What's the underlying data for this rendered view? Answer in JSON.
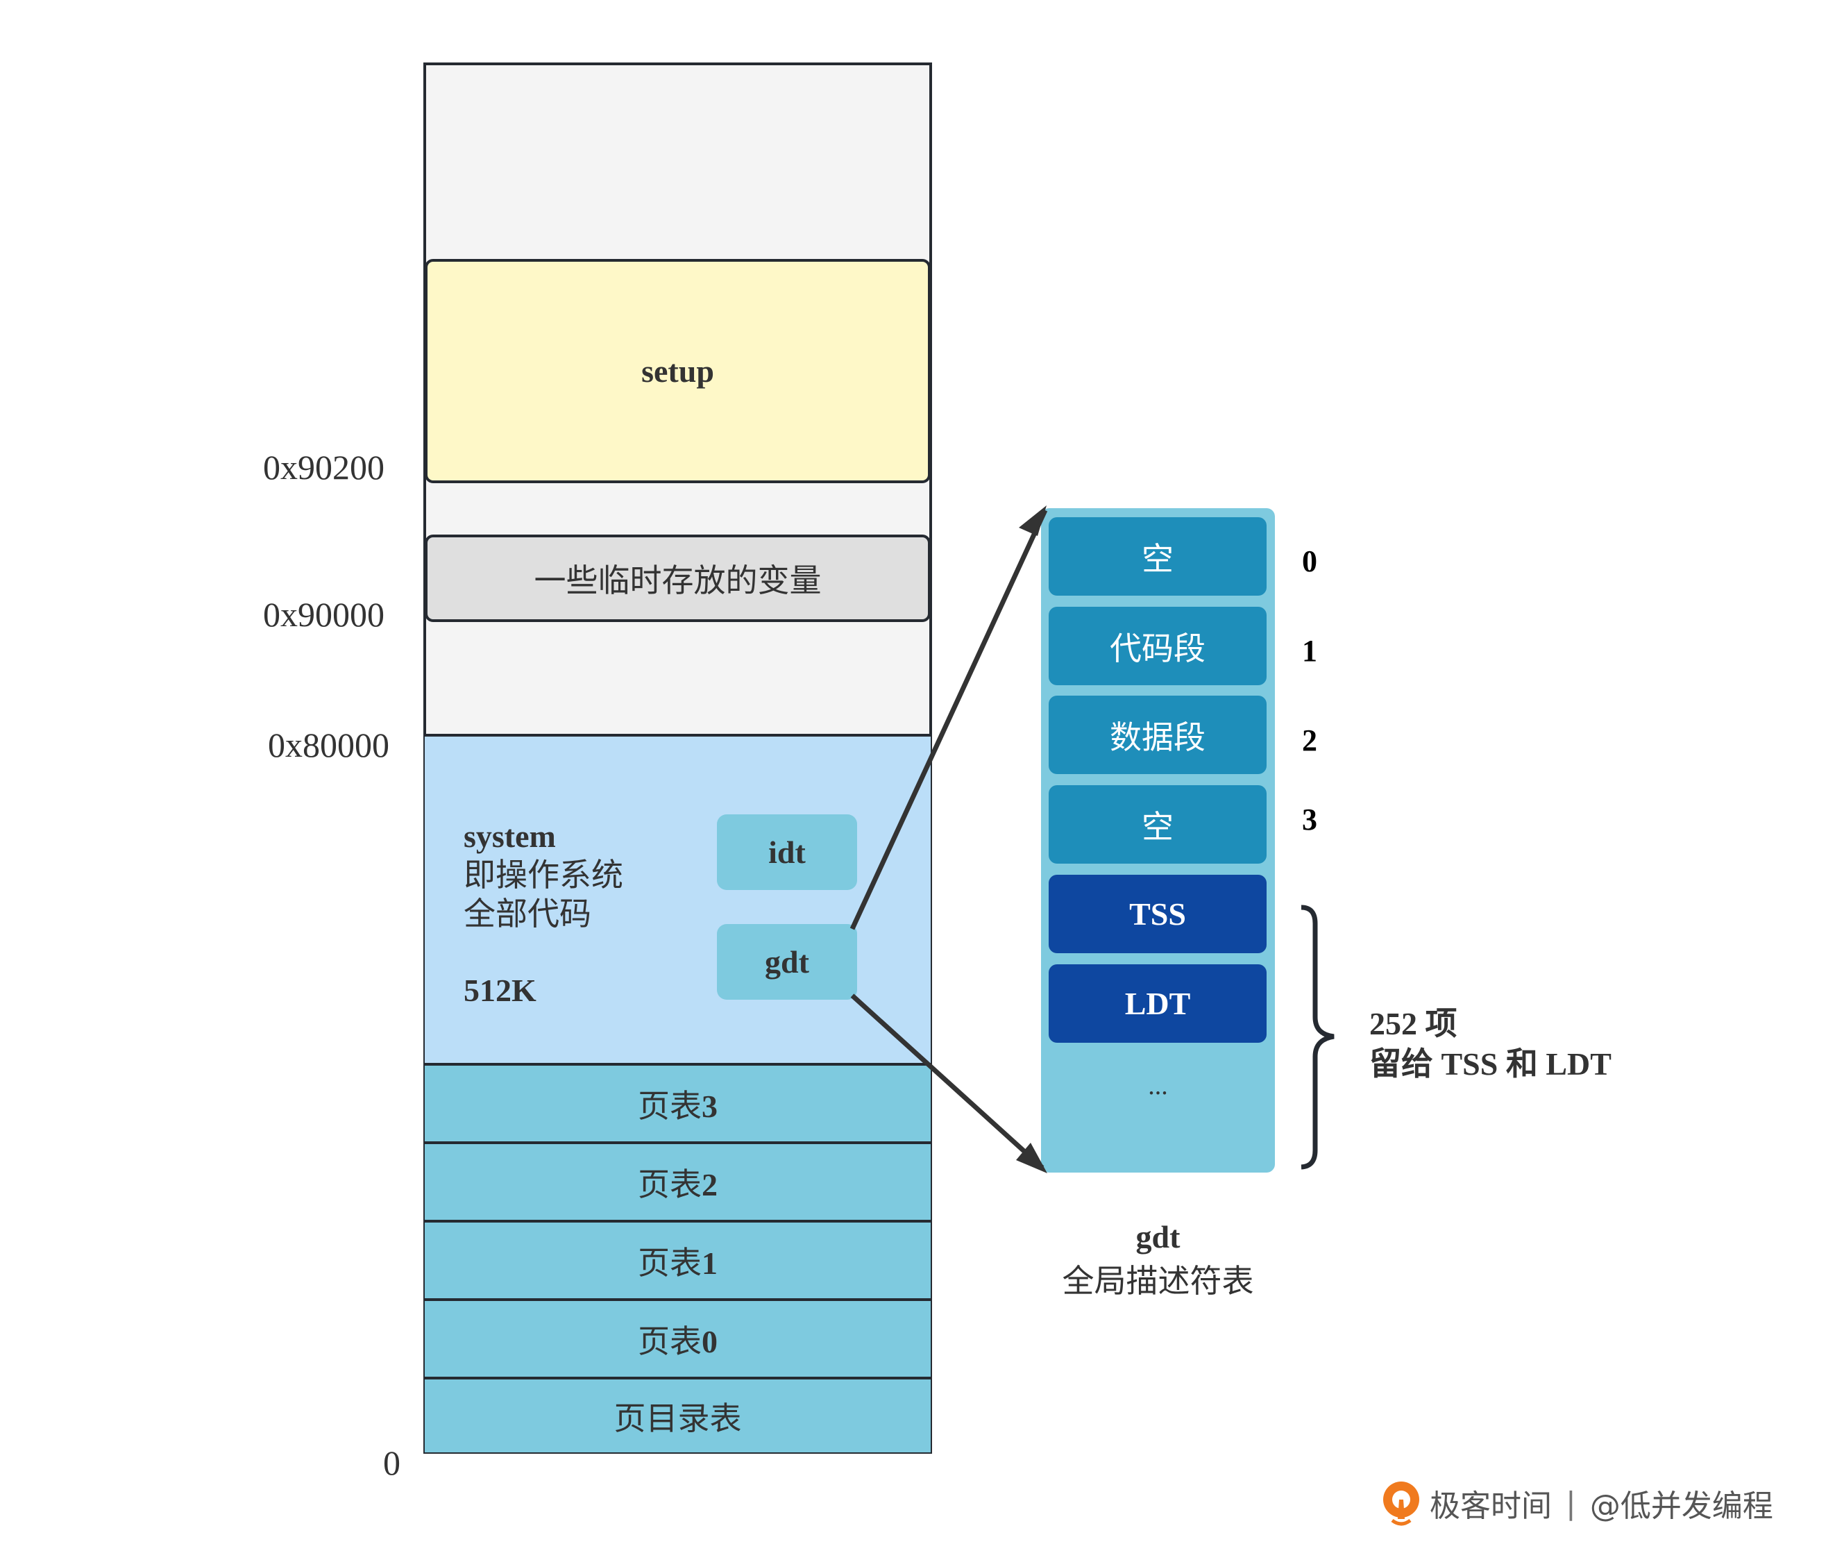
{
  "memory_layout": {
    "address_labels": [
      "0x90200",
      "0x90000",
      "0x80000",
      "0"
    ],
    "setup_label": "setup",
    "temp_vars_label": "一些临时存放的变量",
    "system": {
      "title": "system",
      "desc_line1": "即操作系统",
      "desc_line2": "全部代码",
      "size": "512K",
      "idt_label": "idt",
      "gdt_label": "gdt"
    },
    "page_tables": [
      {
        "prefix": "页表",
        "num": "3"
      },
      {
        "prefix": "页表",
        "num": "2"
      },
      {
        "prefix": "页表",
        "num": "1"
      },
      {
        "prefix": "页表",
        "num": "0"
      }
    ],
    "page_directory_label": "页目录表"
  },
  "gdt_table": {
    "entries": [
      {
        "label": "空",
        "index": "0",
        "kind": "segment"
      },
      {
        "label": "代码段",
        "index": "1",
        "kind": "segment"
      },
      {
        "label": "数据段",
        "index": "2",
        "kind": "segment"
      },
      {
        "label": "空",
        "index": "3",
        "kind": "segment"
      },
      {
        "label": "TSS",
        "kind": "system"
      },
      {
        "label": "LDT",
        "kind": "system"
      }
    ],
    "ellipsis": "...",
    "brace_label_line1": "252 项",
    "brace_label_line2": "留给 TSS 和 LDT",
    "caption_title": "gdt",
    "caption_subtitle": "全局描述符表"
  },
  "footer": {
    "brand": "极客时间",
    "separator": "|",
    "author": "@低并发编程"
  },
  "colors": {
    "outline": "#252a31",
    "free_area": "#f4f4f4",
    "setup": "#fef8c8",
    "temp_vars": "#dfdfdf",
    "system": "#bbdef8",
    "page_table": "#7ecadf",
    "gdt_segment": "#1e8eba",
    "gdt_system": "#0e47a0",
    "arrow": "#333333",
    "brand_orange": "#f07a1e"
  }
}
